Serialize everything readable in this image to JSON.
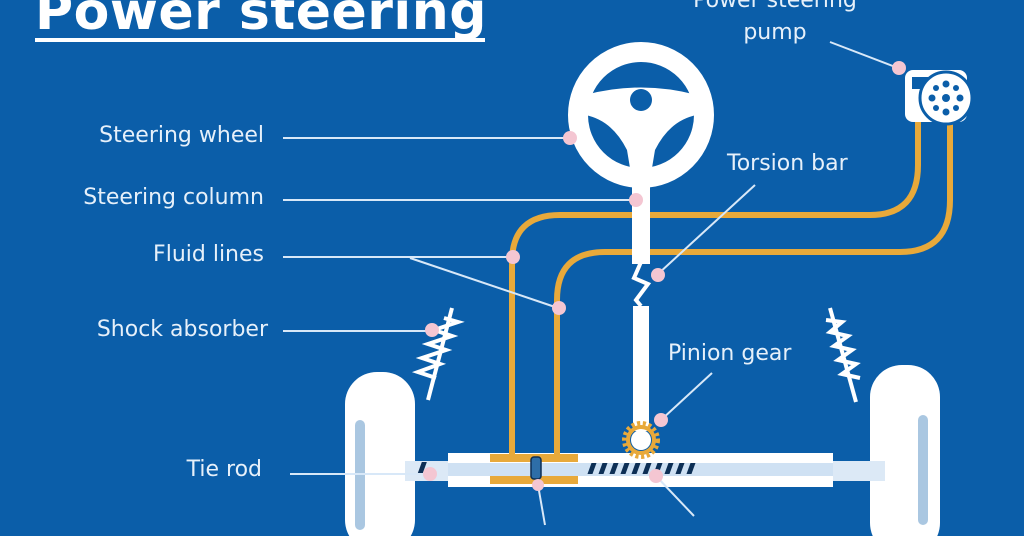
{
  "title": "Power steering",
  "labels": {
    "pump_line1": "Power steering",
    "pump_line2": "pump",
    "steering_wheel": "Steering wheel",
    "steering_column": "Steering column",
    "fluid_lines": "Fluid lines",
    "shock_absorber": "Shock absorber",
    "tie_rod": "Tie rod",
    "torsion_bar": "Torsion bar",
    "pinion_gear": "Pinion gear"
  },
  "colors": {
    "background": "#0b5ea9",
    "fluid_line": "#e8a93a",
    "marker": "#f4c6d2",
    "leader": "#d8e8f8",
    "component": "#ffffff"
  }
}
